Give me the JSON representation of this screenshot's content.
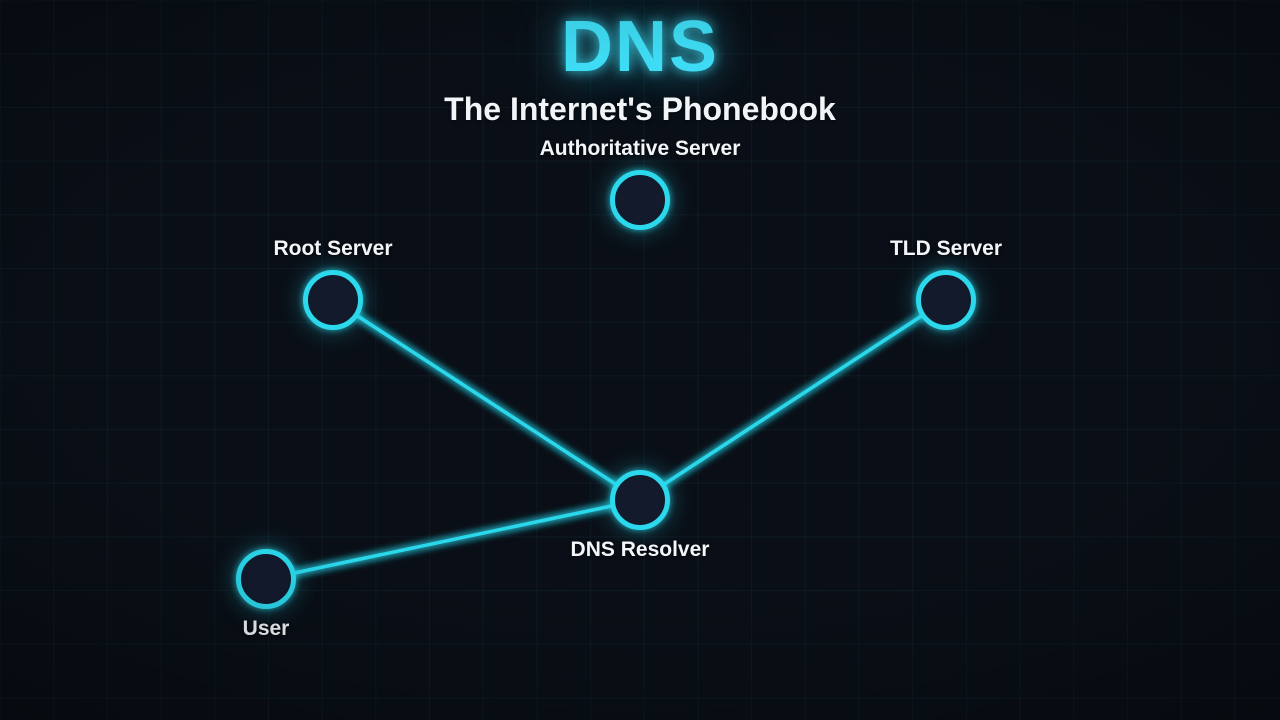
{
  "header": {
    "title": "DNS",
    "subtitle": "The Internet's Phonebook"
  },
  "colors": {
    "background": "#0a0f17",
    "grid_line": "rgba(62,196,216,0.055)",
    "accent": "#2bd8ec",
    "title_cyan": "#3edcf4",
    "node_fill": "#121a2c",
    "label_text": "#f3f6f9"
  },
  "diagram": {
    "nodes": [
      {
        "id": "authoritative",
        "label": "Authoritative Server",
        "label_position": "above"
      },
      {
        "id": "root",
        "label": "Root Server",
        "label_position": "above"
      },
      {
        "id": "tld",
        "label": "TLD Server",
        "label_position": "above"
      },
      {
        "id": "resolver",
        "label": "DNS Resolver",
        "label_position": "below"
      },
      {
        "id": "user",
        "label": "User",
        "label_position": "below"
      }
    ],
    "edges": [
      {
        "from": "root",
        "to": "resolver"
      },
      {
        "from": "tld",
        "to": "resolver"
      },
      {
        "from": "user",
        "to": "resolver"
      }
    ]
  }
}
